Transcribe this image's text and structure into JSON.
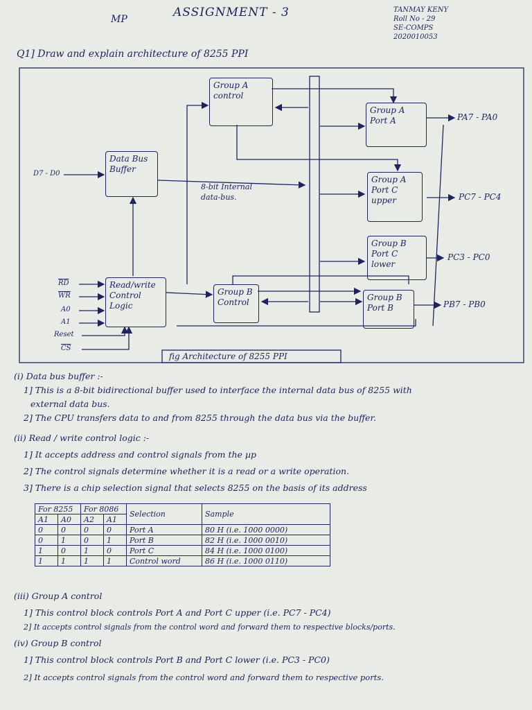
{
  "header": {
    "subject": "MP",
    "title": "ASSIGNMENT - 3",
    "name": "TANMAY KENY",
    "roll": "Roll No - 29",
    "class": "SE-COMPS",
    "id": "2020010053"
  },
  "question": "Q1] Draw and explain architecture of 8255 PPI",
  "diagram": {
    "caption": "fig   Architecture of 8255 PPI",
    "blocks": {
      "group_a_control": "Group A control",
      "data_bus_buffer": "Data Bus Buffer",
      "group_a_port_a": "Group A Port A",
      "group_a_port_c_upper": "Group A Port C upper",
      "group_b_port_c_lower": "Group B Port C lower",
      "group_b_control": "Group B Control",
      "group_b_port_b": "Group B Port B",
      "rw_control_logic": "Read/write Control Logic"
    },
    "internal_bus_label": "8-bit Internal data-bus.",
    "signals": {
      "data_pins": "D7 - D0",
      "pa": "PA7 - PA0",
      "pcu": "PC7 - PC4",
      "pcl": "PC3 - PC0",
      "pb": "PB7 - PB0",
      "rd": "RD",
      "wr": "WR",
      "a0": "A0",
      "a1": "A1",
      "reset": "Reset",
      "cs": "CS"
    }
  },
  "sections": {
    "s1_title": "(i) Data bus buffer :-",
    "s1_l1": "1] This is a 8-bit bidirectional buffer used to interface the internal data bus of 8255 with",
    "s1_l1b": "external data bus.",
    "s1_l2": "2] The CPU transfers data to and from 8255 through the data bus via the buffer.",
    "s2_title": "(ii) Read / write control logic :-",
    "s2_l1": "1] It accepts address and control signals from the µp",
    "s2_l2": "2] The control signals determine whether it is a read or a write operation.",
    "s2_l3": "3] There is a chip selection signal that selects   8255 on the basis of its address",
    "s3_title": "(iii) Group A control",
    "s3_l1": "1] This control block controls Port A and Port C upper (i.e. PC7 - PC4)",
    "s3_l2": "2] It accepts control signals from the control word and forward them to respective blocks/ports.",
    "s4_title": "(iv) Group B control",
    "s4_l1": "1] This control block controls Port B and Port C lower (i.e. PC3 - PC0)",
    "s4_l2": "2] It accepts control signals from the control word and forward them to respective ports."
  },
  "table": {
    "head_8255": "For 8255",
    "head_8086": "For 8086",
    "head_selection": "Selection",
    "head_sample": "Sample",
    "sub": [
      "A1",
      "A0",
      "A2",
      "A1"
    ],
    "rows": [
      {
        "a1": "0",
        "a0": "0",
        "b2": "0",
        "b1": "0",
        "sel": "Port A",
        "sample": "80 H (i.e. 1000 0000)"
      },
      {
        "a1": "0",
        "a0": "1",
        "b2": "0",
        "b1": "1",
        "sel": "Port B",
        "sample": "82 H (i.e. 1000 0010)"
      },
      {
        "a1": "1",
        "a0": "0",
        "b2": "1",
        "b1": "0",
        "sel": "Port C",
        "sample": "84 H (i.e. 1000 0100)"
      },
      {
        "a1": "1",
        "a0": "1",
        "b2": "1",
        "b1": "1",
        "sel": "Control word",
        "sample": "86 H (i.e. 1000 0110)"
      }
    ]
  },
  "colors": {
    "ink": "#1d2460",
    "paper": "#e9ebe7"
  }
}
